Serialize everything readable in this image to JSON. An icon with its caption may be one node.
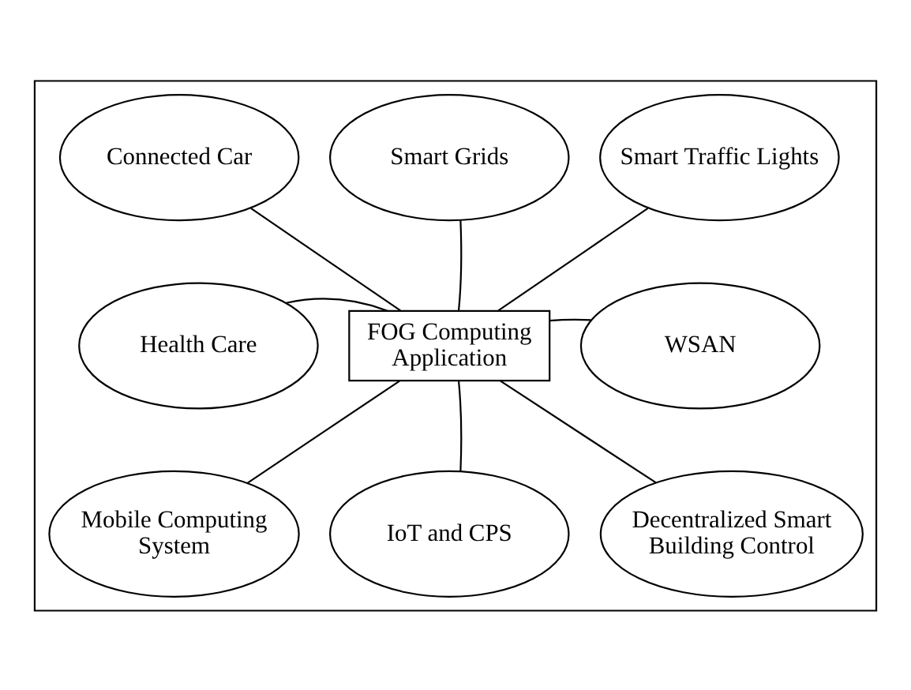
{
  "diagram": {
    "nodes": [
      {
        "text": [],
        "shape": "box"
      },
      {
        "text": [
          "Connected Car"
        ],
        "in": 0
      },
      {
        "text": [
          "Smart Grids"
        ],
        "in": 0
      },
      {
        "text": [
          "Smart Traffic Lights"
        ],
        "in": 0
      },
      {
        "text": [
          "Health Care"
        ],
        "in": 0
      },
      {
        "text": [
          "FOG Computing Application"
        ],
        "in": 0
      },
      {
        "text": [
          "WSAN"
        ],
        "in": 0
      },
      {
        "text": [
          "Mobile Computing System"
        ],
        "in": 0
      },
      {
        "text": [
          "IoT and CPS"
        ],
        "in": 0
      },
      {
        "text": [
          "Decentralized Smart Building Control"
        ],
        "in": 0
      }
    ],
    "edges": [
      {
        "from": 5,
        "to": 1,
        "arrow": "none"
      },
      {
        "from": 5,
        "to": 2,
        "arrow": "none"
      },
      {
        "from": 5,
        "to": 3,
        "arrow": "none"
      },
      {
        "from": 5,
        "to": 4,
        "arrow": "none"
      },
      {
        "from": 5,
        "to": 6,
        "arrow": "none"
      },
      {
        "from": 5,
        "to": 7,
        "arrow": "none"
      },
      {
        "from": 5,
        "to": 8,
        "arrow": "none"
      },
      {
        "from": 5,
        "to": 9,
        "arrow": "none"
      }
    ]
  }
}
